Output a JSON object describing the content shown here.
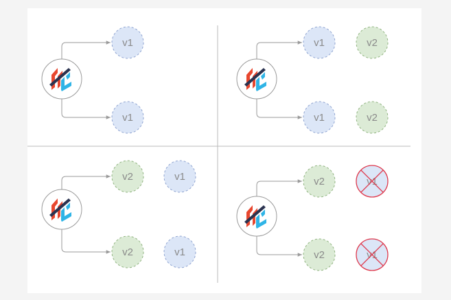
{
  "colors": {
    "v1_fill": "#dce6f7",
    "v1_stroke": "#8ea3d0",
    "v2_fill": "#dcebd6",
    "v2_stroke": "#8fb37f",
    "divider": "#b8b8b8",
    "arrow": "#9a9a9a",
    "cross": "#e0384b",
    "logo_red": "#e8472f",
    "logo_dark": "#2b3350",
    "logo_blue": "#2fb4e6"
  },
  "logo": {
    "icon": "istio-style-router-logo"
  },
  "quadrants": [
    {
      "id": "top-left",
      "routes": [
        {
          "nodes": [
            {
              "label": "v1",
              "version": "v1",
              "removed": false
            }
          ]
        },
        {
          "nodes": [
            {
              "label": "v1",
              "version": "v1",
              "removed": false
            }
          ]
        }
      ]
    },
    {
      "id": "top-right",
      "routes": [
        {
          "nodes": [
            {
              "label": "v1",
              "version": "v1",
              "removed": false
            },
            {
              "label": "v2",
              "version": "v2",
              "removed": false
            }
          ]
        },
        {
          "nodes": [
            {
              "label": "v1",
              "version": "v1",
              "removed": false
            },
            {
              "label": "v2",
              "version": "v2",
              "removed": false
            }
          ]
        }
      ]
    },
    {
      "id": "bottom-left",
      "routes": [
        {
          "nodes": [
            {
              "label": "v2",
              "version": "v2",
              "removed": false
            },
            {
              "label": "v1",
              "version": "v1",
              "removed": false
            }
          ]
        },
        {
          "nodes": [
            {
              "label": "v2",
              "version": "v2",
              "removed": false
            },
            {
              "label": "v1",
              "version": "v1",
              "removed": false
            }
          ]
        }
      ]
    },
    {
      "id": "bottom-right",
      "routes": [
        {
          "nodes": [
            {
              "label": "v2",
              "version": "v2",
              "removed": false
            },
            {
              "label": "v1",
              "version": "v1",
              "removed": true
            }
          ]
        },
        {
          "nodes": [
            {
              "label": "v2",
              "version": "v2",
              "removed": false
            },
            {
              "label": "v1",
              "version": "v1",
              "removed": true
            }
          ]
        }
      ]
    }
  ]
}
